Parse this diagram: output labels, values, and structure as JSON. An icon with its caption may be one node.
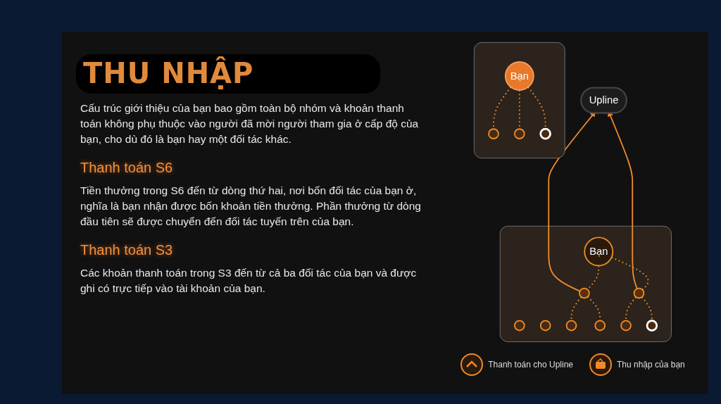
{
  "diagram": {
    "title": "THU NHẬP",
    "nodes": [
      {
        "text": [
          "Upline"
        ]
      },
      {
        "text": [],
        "shape": "box"
      },
      {
        "text": [],
        "shape": "circle",
        "in": 1
      },
      {
        "text": [
          "Bạn"
        ],
        "in": 1
      },
      {
        "text": [],
        "shape": "circle",
        "in": 1
      },
      {
        "text": [],
        "shape": "circle",
        "in": 1
      },
      {
        "text": [],
        "shape": "circle",
        "in": 1
      },
      {
        "text": [],
        "shape": "circle",
        "in": 1
      },
      {
        "text": [],
        "shape": "circle",
        "in": 1
      },
      {
        "text": [],
        "shape": "circle",
        "in": 1
      },
      {
        "text": [],
        "shape": "circle",
        "in": 1
      },
      {
        "text": [],
        "shape": "box"
      },
      {
        "text": [
          "Bạn"
        ],
        "in": 11
      },
      {
        "text": [],
        "shape": "circle",
        "in": 11
      },
      {
        "text": [],
        "shape": "circle",
        "in": 11
      },
      {
        "text": [],
        "shape": "circle",
        "in": 11
      }
    ],
    "edges": [
      {
        "from": 5,
        "to": 0,
        "arrow": "to"
      },
      {
        "from": 6,
        "to": 0,
        "arrow": "to"
      },
      {
        "from": 3,
        "to": 5,
        "arrow": "none",
        "style": "dashed"
      },
      {
        "from": 3,
        "to": 6,
        "arrow": "none",
        "style": "dashed"
      },
      {
        "from": 5,
        "to": 7,
        "arrow": "none",
        "style": "dashed"
      },
      {
        "from": 5,
        "to": 8,
        "arrow": "none",
        "style": "dashed"
      },
      {
        "from": 6,
        "to": 9,
        "arrow": "none",
        "style": "dashed"
      },
      {
        "from": 6,
        "to": 10,
        "arrow": "none",
        "style": "dashed"
      },
      {
        "from": 12,
        "to": 13,
        "arrow": "none",
        "style": "dashed"
      },
      {
        "from": 12,
        "to": 14,
        "arrow": "none",
        "style": "dashed"
      },
      {
        "from": 12,
        "to": 15,
        "arrow": "none",
        "style": "dashed"
      }
    ],
    "labels": [
      "Cấu trúc giới thiệu của bạn bao gồm toàn bộ nhóm và khoản thanh toán không phụ thuộc vào người đã mời người tham gia ở cấp độ của bạn, cho dù đó là bạn hay một đối tác khác.",
      "Thanh toán S6",
      "Tiền thưởng trong S6 đến từ dòng thứ hai, nơi bốn đối tác của bạn ở, nghĩa là bạn nhận được bốn khoản tiền thưởng. Phần thưởng từ dòng đầu tiên sẽ được chuyển đến đối tác tuyến trên của bạn.",
      "Thanh toán S3",
      "Các khoản thanh toán trong S3 đến từ cả ba đối tác của bạn và được ghi có trực tiếp vào tài khoản của bạn."
    ],
    "legend": [
      {
        "text": "Thanh toán cho Upline"
      },
      {
        "text": "Thu nhập của bạn"
      }
    ]
  }
}
